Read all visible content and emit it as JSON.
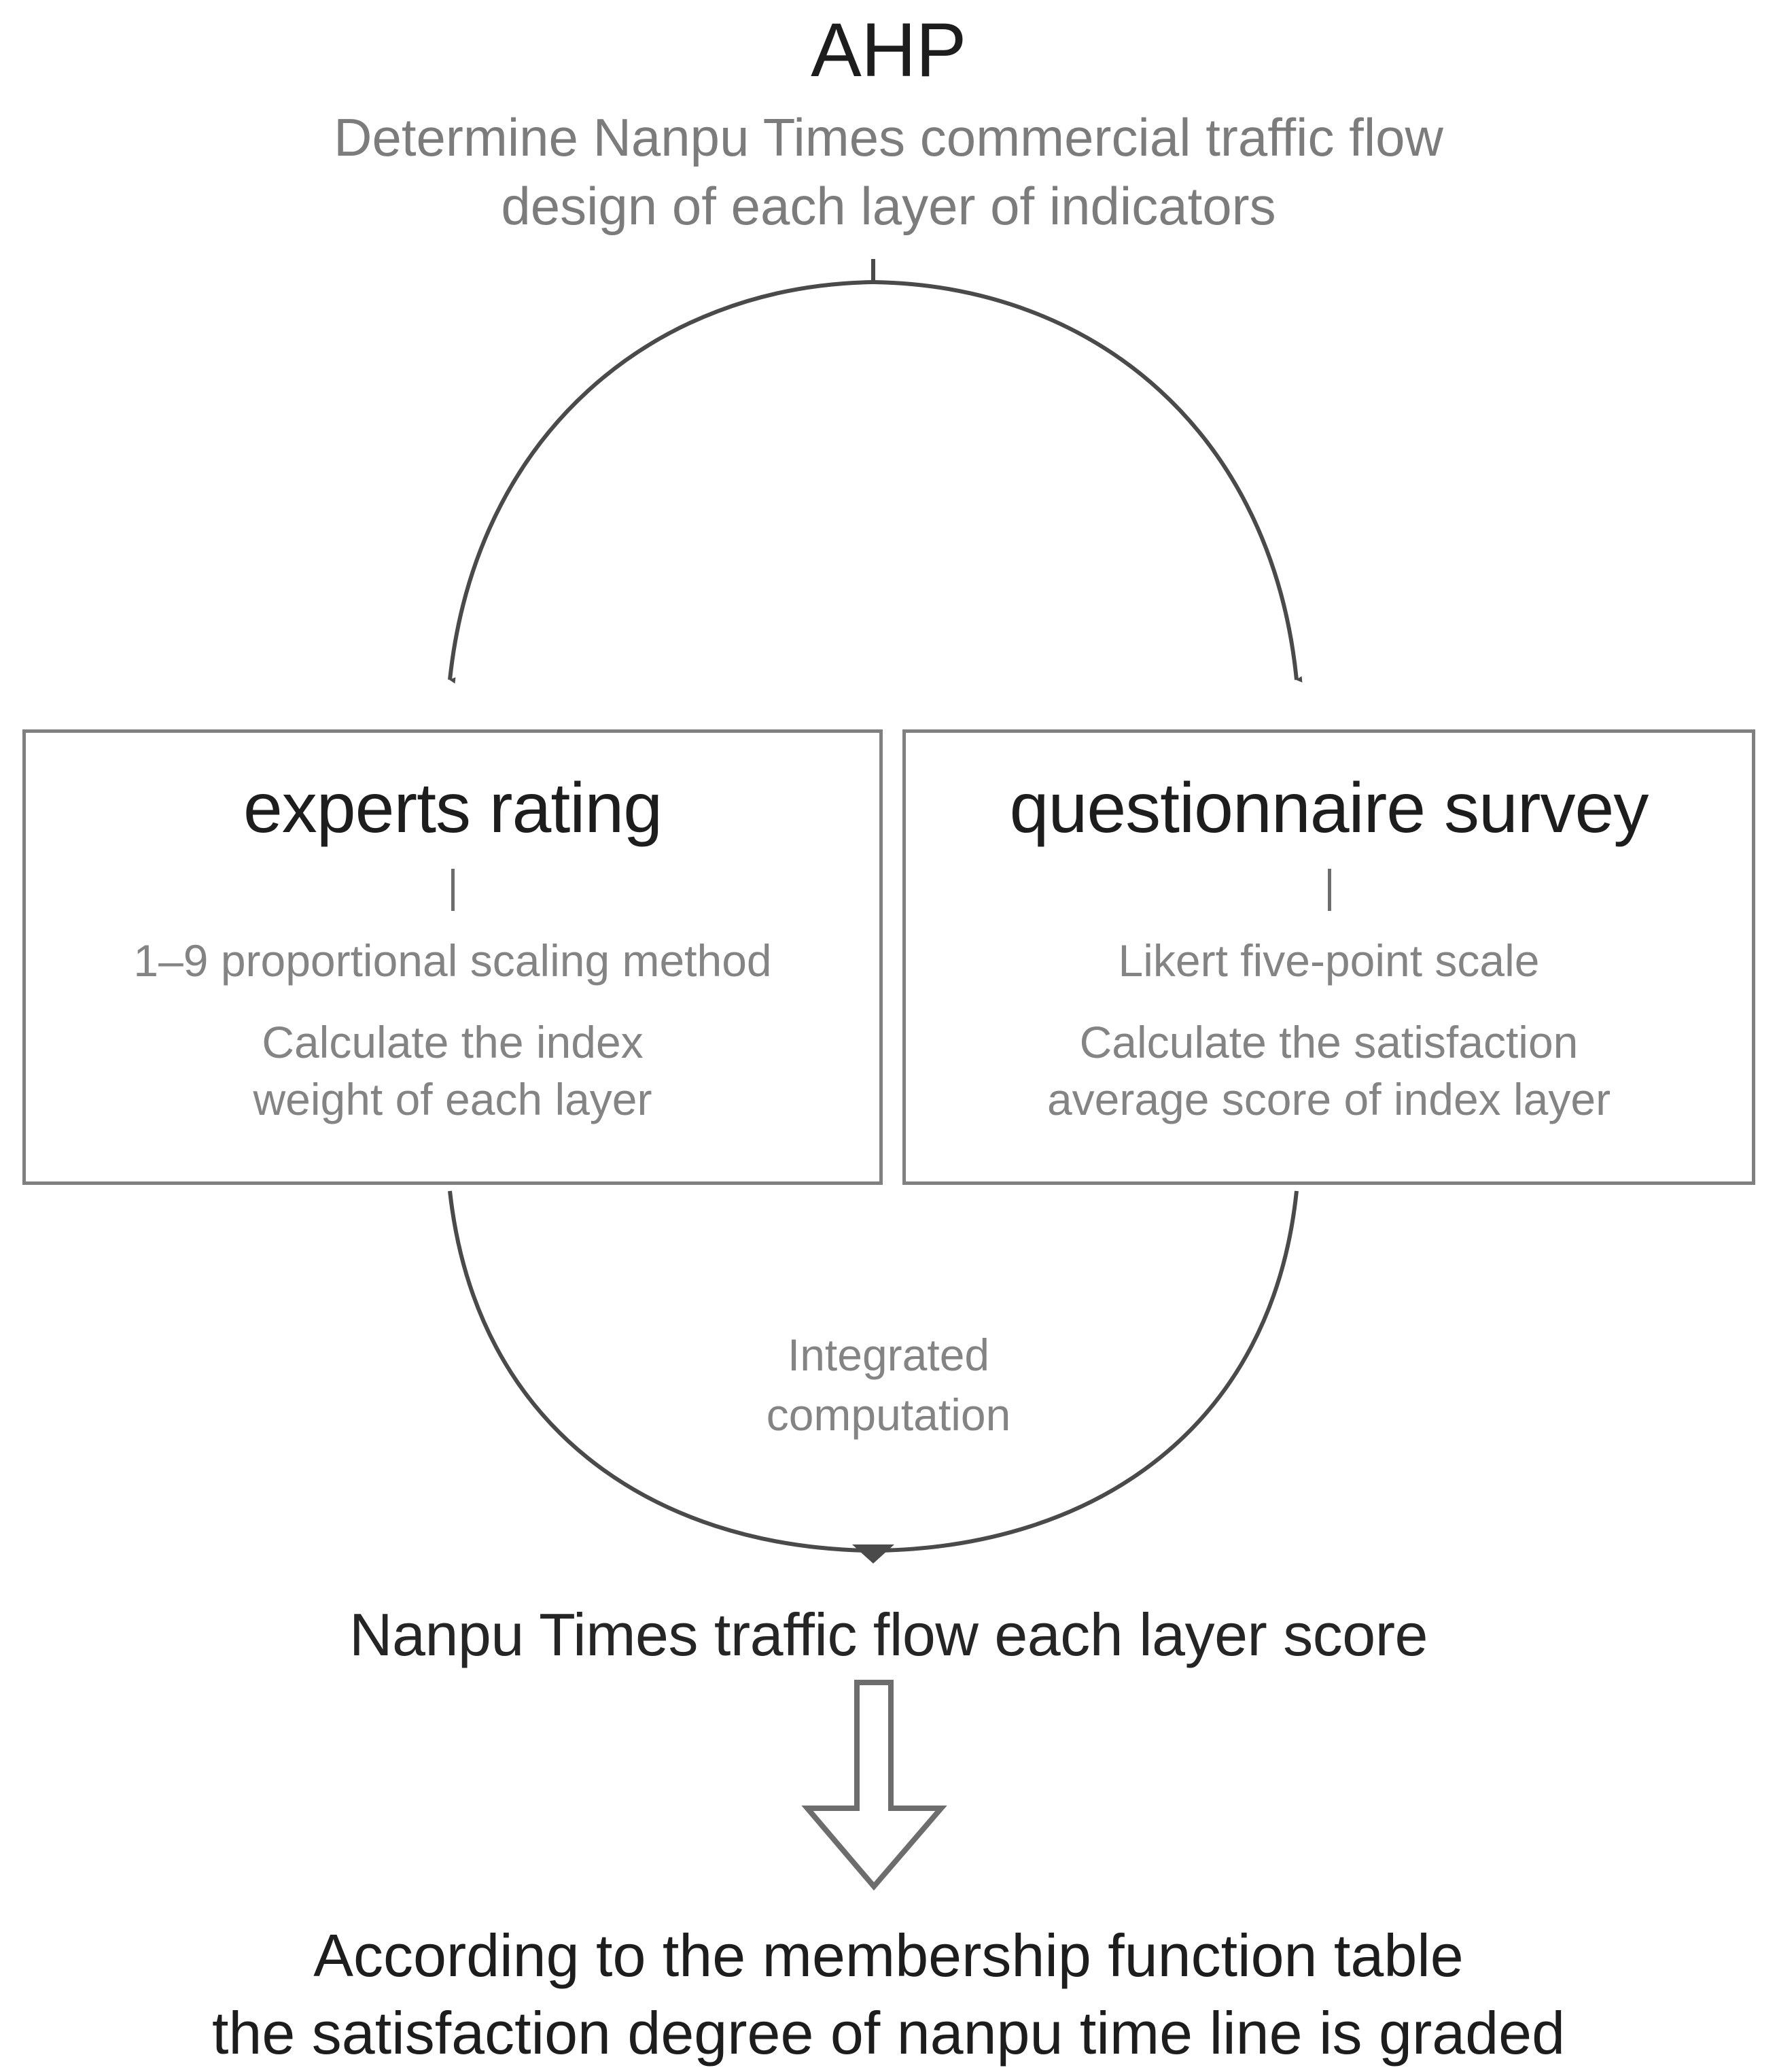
{
  "diagram": {
    "title": "AHP",
    "subtitle": "Determine Nanpu Times commercial traffic flow\ndesign of each layer of indicators",
    "branches": [
      {
        "title": "experts rating",
        "divider": "|",
        "method": "1–9 proportional scaling method",
        "action": "Calculate the index\nweight of each layer"
      },
      {
        "title": "questionnaire survey",
        "divider": "|",
        "method": "Likert five-point scale",
        "action": "Calculate the satisfaction\naverage score of index layer"
      }
    ],
    "merge_label": "Integrated\ncomputation",
    "result": "Nanpu Times traffic flow each layer score",
    "conclusion": "According to the membership function table\nthe satisfaction degree of nanpu time line is graded",
    "colors": {
      "heading_text": "#1d1d1d",
      "muted_text": "#848484",
      "box_border": "#808080",
      "connector": "#4a4a4a",
      "background": "#ffffff"
    }
  }
}
